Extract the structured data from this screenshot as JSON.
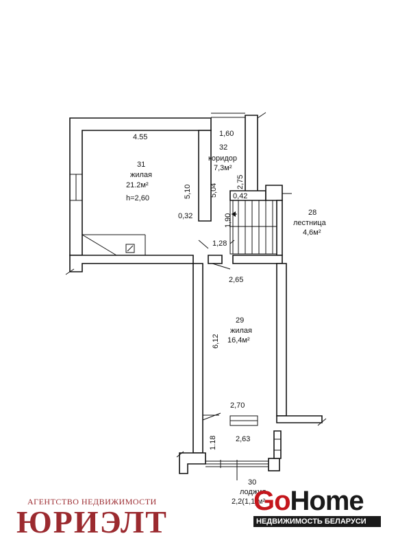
{
  "rooms": {
    "r31": {
      "num": "31",
      "name": "жилая",
      "area": "21.2м²",
      "height": "h=2,60"
    },
    "r32": {
      "num": "32",
      "name": "коридор",
      "area": "7,3м²"
    },
    "r28": {
      "num": "28",
      "name": "лестница",
      "area": "4,6м²"
    },
    "r29": {
      "num": "29",
      "name": "жилая",
      "area": "16,4м²"
    },
    "r30": {
      "num": "30",
      "name": "лоджия",
      "area": "2,2(1,1)м²"
    }
  },
  "dimensions": {
    "d455": "4.55",
    "d510": "5,10",
    "d032": "0,32",
    "d160": "1,60",
    "d504": "5,04",
    "d275": "2,75",
    "d042": "0,42",
    "d190": "1,90",
    "d128": "1,28",
    "d265": "2,65",
    "d612": "6,12",
    "d270": "2,70",
    "d118": "1.18",
    "d263": "2,63"
  },
  "branding": {
    "agency_tagline": "АГЕНТСТВО НЕДВИЖИМОСТИ",
    "agency_name": "ЮРИЭЛТ",
    "gohome_go": "Go",
    "gohome_home": "Home",
    "gohome_sub": "НЕДВИЖИМОСТЬ БЕЛАРУСИ"
  },
  "colors": {
    "agency": "#9b2a2f",
    "gohome_red": "#c4161c",
    "ink": "#111111"
  }
}
